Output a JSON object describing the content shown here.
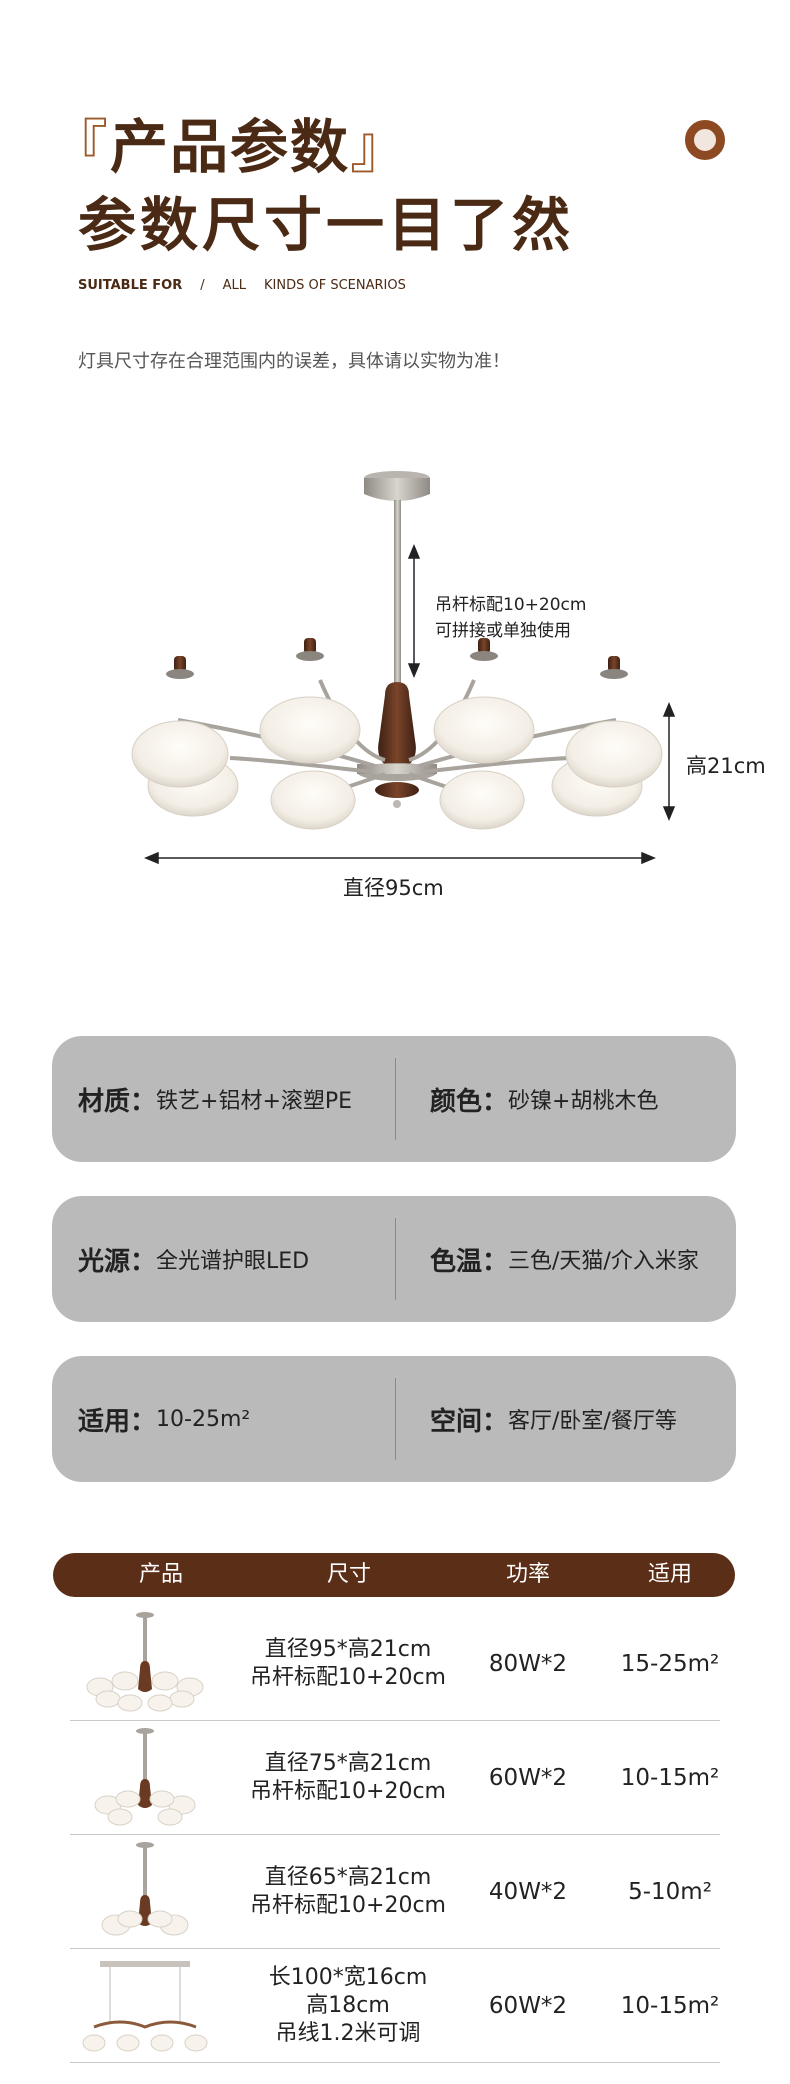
{
  "header": {
    "bracket_open": "『",
    "title_line1": "产品参数",
    "bracket_close": "』",
    "title_line2": "参数尺寸一目了然",
    "subtitle_strong": "SUITABLE FOR",
    "subtitle_sep": "/",
    "subtitle_rest_a": "ALL",
    "subtitle_rest_b": "KINDS OF SCENARIOS",
    "notice": "灯具尺寸存在合理范围内的误差，具体请以实物为准！"
  },
  "diagram": {
    "rod_line1": "吊杆标配10+20cm",
    "rod_line2": "可拼接或单独使用",
    "height": "高21cm",
    "diameter": "直径95cm"
  },
  "specs": [
    {
      "left_label": "材质：",
      "left_value": "铁艺+铝材+滚塑PE",
      "right_label": "颜色：",
      "right_value": "砂镍+胡桃木色"
    },
    {
      "left_label": "光源：",
      "left_value": "全光谱护眼LED",
      "right_label": "色温：",
      "right_value": "三色/天猫/介入米家"
    },
    {
      "left_label": "适用：",
      "left_value": "10-25m²",
      "right_label": "空间：",
      "right_value": "客厅/卧室/餐厅等"
    }
  ],
  "table": {
    "headers": [
      "产品",
      "尺寸",
      "功率",
      "适用"
    ],
    "rows": [
      {
        "size_lines": [
          "直径95*高21cm",
          "吊杆标配10+20cm"
        ],
        "power": "80W*2",
        "area": "15-25m²"
      },
      {
        "size_lines": [
          "直径75*高21cm",
          "吊杆标配10+20cm"
        ],
        "power": "60W*2",
        "area": "10-15m²"
      },
      {
        "size_lines": [
          "直径65*高21cm",
          "吊杆标配10+20cm"
        ],
        "power": "40W*2",
        "area": "5-10m²"
      },
      {
        "size_lines": [
          "长100*宽16cm",
          "高18cm",
          "吊线1.2米可调"
        ],
        "power": "60W*2",
        "area": "10-15m²"
      }
    ]
  },
  "colors": {
    "brand_dark": "#4a2a14",
    "brand_accent": "#8d4a22",
    "table_header": "#5a2e17",
    "card_bg": "#bababa"
  }
}
